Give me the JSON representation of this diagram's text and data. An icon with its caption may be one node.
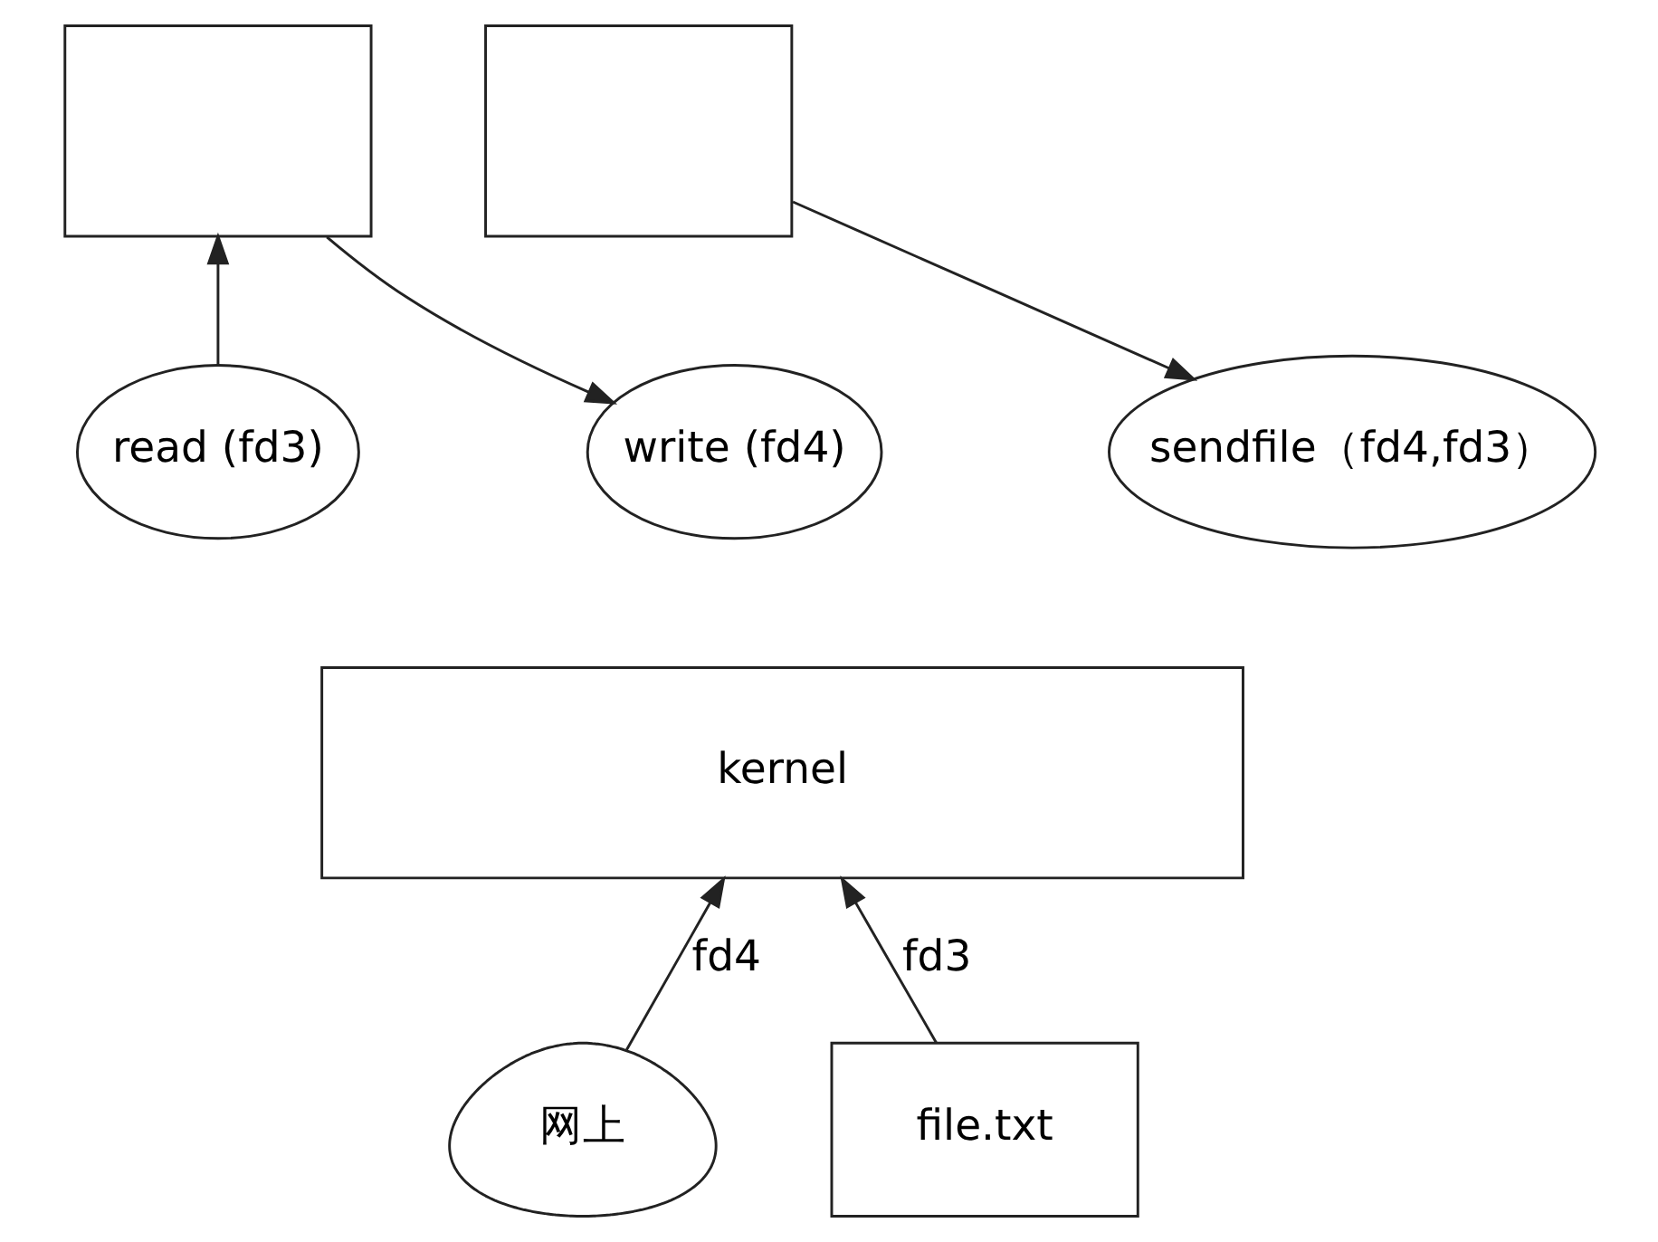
{
  "diagram": {
    "nodes": [
      {
        "text": [],
        "shape": "box"
      },
      {
        "text": [],
        "shape": "box"
      },
      {
        "text": [
          "read (fd3)"
        ]
      },
      {
        "text": [
          "write (fd4)"
        ]
      },
      {
        "text": [
          "sendfile（fd4,fd3）"
        ]
      },
      {
        "text": [
          "kernel"
        ]
      },
      {
        "text": [
          "网上"
        ]
      },
      {
        "text": [
          "file.txt"
        ]
      }
    ],
    "edges": [
      {
        "from": 2,
        "to": 0,
        "arrow": "to"
      },
      {
        "from": 0,
        "to": 3,
        "arrow": "to"
      },
      {
        "from": 1,
        "to": 4,
        "arrow": "to"
      },
      {
        "from": 6,
        "to": 5,
        "arrow": "to",
        "label": "fd4"
      },
      {
        "from": 7,
        "to": 5,
        "arrow": "to",
        "label": "fd3"
      }
    ]
  }
}
